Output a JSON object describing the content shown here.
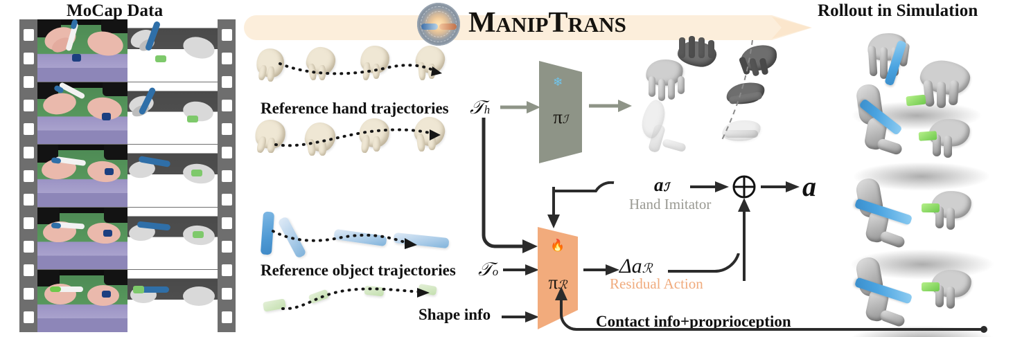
{
  "figure": {
    "left_title": "MoCap Data",
    "center_brand_first": "M",
    "center_brand_rest": "ANIP",
    "center_brand_second": "T",
    "center_brand_rest2": "RANS",
    "right_title": "Rollout in Simulation",
    "banner_color": "#fceedb",
    "logo_name": "maniptrans-logo-icon"
  },
  "pipeline": {
    "ref_hand_label": "Reference hand trajectories",
    "ref_hand_symbol": "𝒯",
    "ref_hand_sub": "h",
    "ref_object_label": "Reference object trajectories",
    "ref_object_symbol": "𝒯",
    "ref_object_sub": "o",
    "shape_info_label": "Shape info",
    "imitator_policy": "π",
    "imitator_policy_sub": "ℐ",
    "imitator_badge": "snowflake-frozen-icon",
    "imitator_badge_glyph": "❄",
    "imitator_color": "#8e9487",
    "residual_policy": "π",
    "residual_policy_sub": "ℛ",
    "residual_badge": "flame-trainable-icon",
    "residual_badge_glyph": "🔥",
    "residual_color": "#f2ab7c",
    "action_imitator": "a",
    "action_imitator_sub": "ℐ",
    "hand_imitator_caption": "Hand Imitator",
    "residual_delta": "Δa",
    "residual_delta_sub": "ℛ",
    "residual_action_caption": "Residual Action",
    "sum_operator": "⊕",
    "final_action": "a",
    "feedback_label": "Contact info+proprioception"
  },
  "filmstrip": {
    "frame_count": 5,
    "perforation_count": 13,
    "frames": [
      {
        "left": "rgb-video-frame-1",
        "right": "mocap-render-frame-1"
      },
      {
        "left": "rgb-video-frame-2",
        "right": "mocap-render-frame-2"
      },
      {
        "left": "rgb-video-frame-3",
        "right": "mocap-render-frame-3"
      },
      {
        "left": "rgb-video-frame-4",
        "right": "mocap-render-frame-4"
      },
      {
        "left": "rgb-video-frame-5",
        "right": "mocap-render-frame-5"
      }
    ]
  },
  "colors": {
    "film_border": "#6e6e6e",
    "banner": "#fceedb",
    "imitator_trapezoid": "#8e9487",
    "residual_trapezoid": "#f2ab7c",
    "residual_text": "#f0ab7d",
    "imitator_text": "#9a9a93",
    "marker_blue": "#4aa3e0",
    "cap_green": "#6ec84c",
    "arrow_gray": "#8e9487",
    "arrow_dark": "#2b2b2b"
  }
}
